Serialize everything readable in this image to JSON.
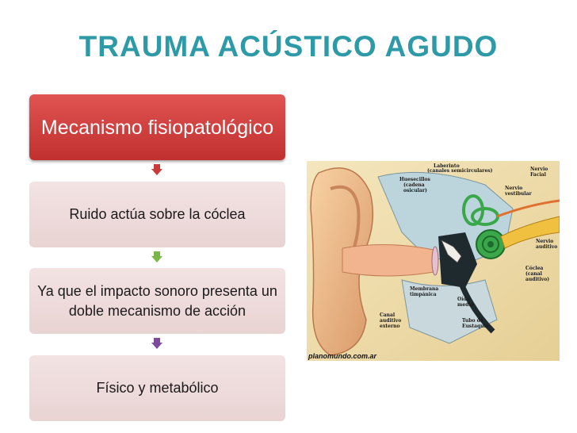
{
  "slide": {
    "title": "TRAUMA ACÚSTICO AGUDO"
  },
  "flow": {
    "steps": [
      "Mecanismo fisiopatológico",
      "Ruido actúa sobre la cóclea",
      "Ya que el impacto sonoro presenta un doble mecanismo de acción",
      "Físico y metabólico"
    ],
    "arrow_colors": [
      "#c93a3a",
      "#7ab648",
      "#7d4a9c"
    ]
  },
  "illustration": {
    "labels": {
      "laberinto": "Laberinto",
      "canales": "(canales semicirculares)",
      "huesecillos": "Huesecillos",
      "cadena": "(cadena",
      "osicular": "osicular)",
      "nervio_facial_1": "Nervio",
      "nervio_facial_2": "Facial",
      "nervio_vestibular_1": "Nervio",
      "nervio_vestibular_2": "vestibular",
      "nervio_auditivo_1": "Nervio",
      "nervio_auditivo_2": "auditivo",
      "coclea_1": "Cóclea",
      "coclea_2": "(canal",
      "coclea_3": "auditivo)",
      "membrana_1": "Membrana",
      "membrana_2": "timpánica",
      "oido_medio_1": "Oído",
      "oido_medio_2": "medio",
      "canal_1": "Canal",
      "canal_2": "auditivo",
      "canal_3": "externo",
      "trompa_1": "Tubo de",
      "trompa_2": "Eustaquio"
    },
    "credit": "planomundo.com.ar"
  }
}
